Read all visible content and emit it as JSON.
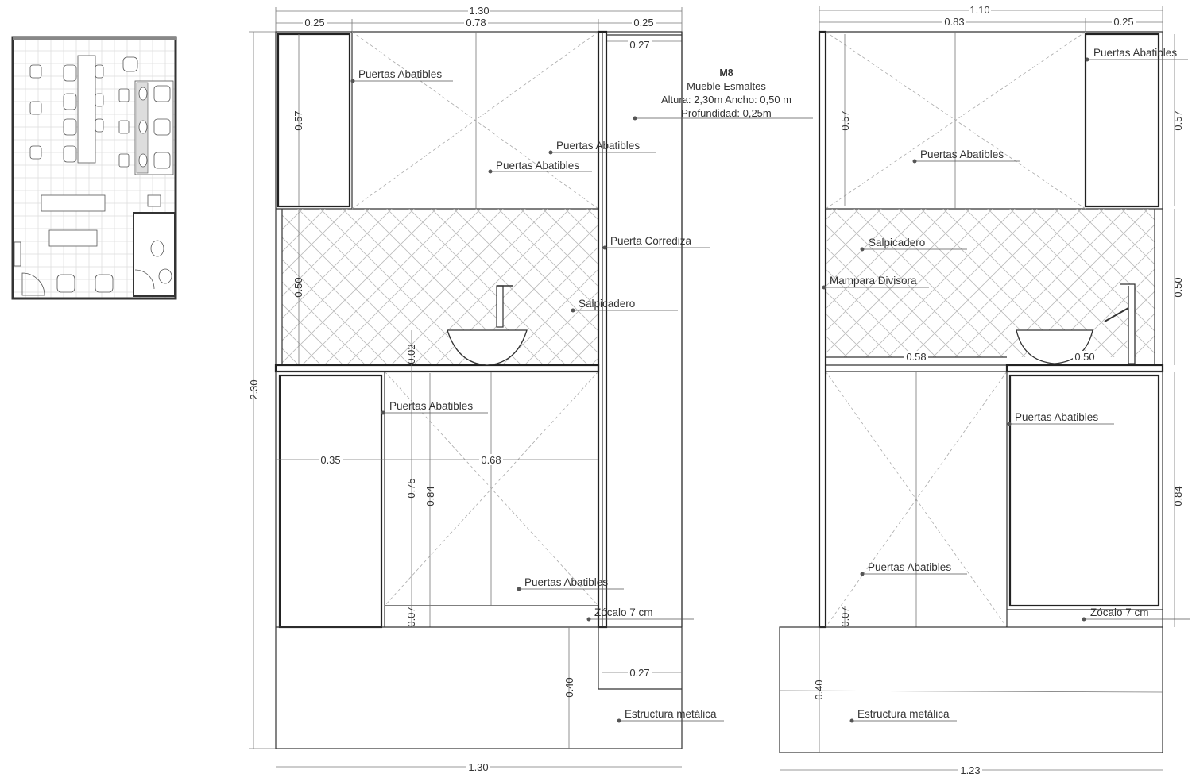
{
  "plan_thumbnail": {
    "label": ""
  },
  "front_elevation": {
    "dims": {
      "total_width_top": "1.30",
      "left_cabinet_width": "0.25",
      "center_width": "0.78",
      "right_panel_width": "0.25",
      "depth_top": "0.27",
      "upper_height": "0.57",
      "backsplash_height": "0.50",
      "total_height": "2.30",
      "counter_thickness": "0.02",
      "lower_left_width": "0.35",
      "lower_right_width": "0.68",
      "door_height": "0.75",
      "lower_height": "0.84",
      "plinth_height": "0.07",
      "base_height": "0.40",
      "depth_base": "0.27",
      "total_width_bottom": "1.30"
    },
    "labels": {
      "upper_left_doors": "Puertas Abatibles",
      "upper_center_doors_1": "Puertas Abatibles",
      "upper_center_doors_2": "Puertas Abatibles",
      "sliding_door": "Puerta Corrediza",
      "backsplash": "Salpicadero",
      "lower_left_doors": "Puertas Abatibles",
      "lower_center_doors": "Puertas Abatibles",
      "plinth": "Zócalo 7 cm",
      "metal_structure": "Estructura metálica"
    }
  },
  "note": {
    "code": "M8",
    "name": "Mueble Esmaltes",
    "size": "Altura: 2,30m  Ancho: 0,50 m",
    "depth": "Profundidad: 0,25m"
  },
  "side_elevation": {
    "dims": {
      "total_width_top": "1.10",
      "main_width": "0.83",
      "right_width": "0.25",
      "upper_height_left": "0.57",
      "upper_height_right": "0.57",
      "backsplash_height": "0.50",
      "counter_left": "0.58",
      "counter_right": "0.50",
      "lower_height": "0.84",
      "plinth_height": "0.07",
      "base_height": "0.40",
      "total_width_bottom": "1.23"
    },
    "labels": {
      "upper_right_doors": "Puertas Abatibles",
      "upper_doors": "Puertas Abatibles",
      "backsplash": "Salpicadero",
      "divider": "Mampara Divisora",
      "lower_right_doors": "Puertas Abatibles",
      "lower_left_doors": "Puertas Abatibles",
      "plinth": "Zócalo 7 cm",
      "metal_structure": "Estructura metálica"
    }
  }
}
